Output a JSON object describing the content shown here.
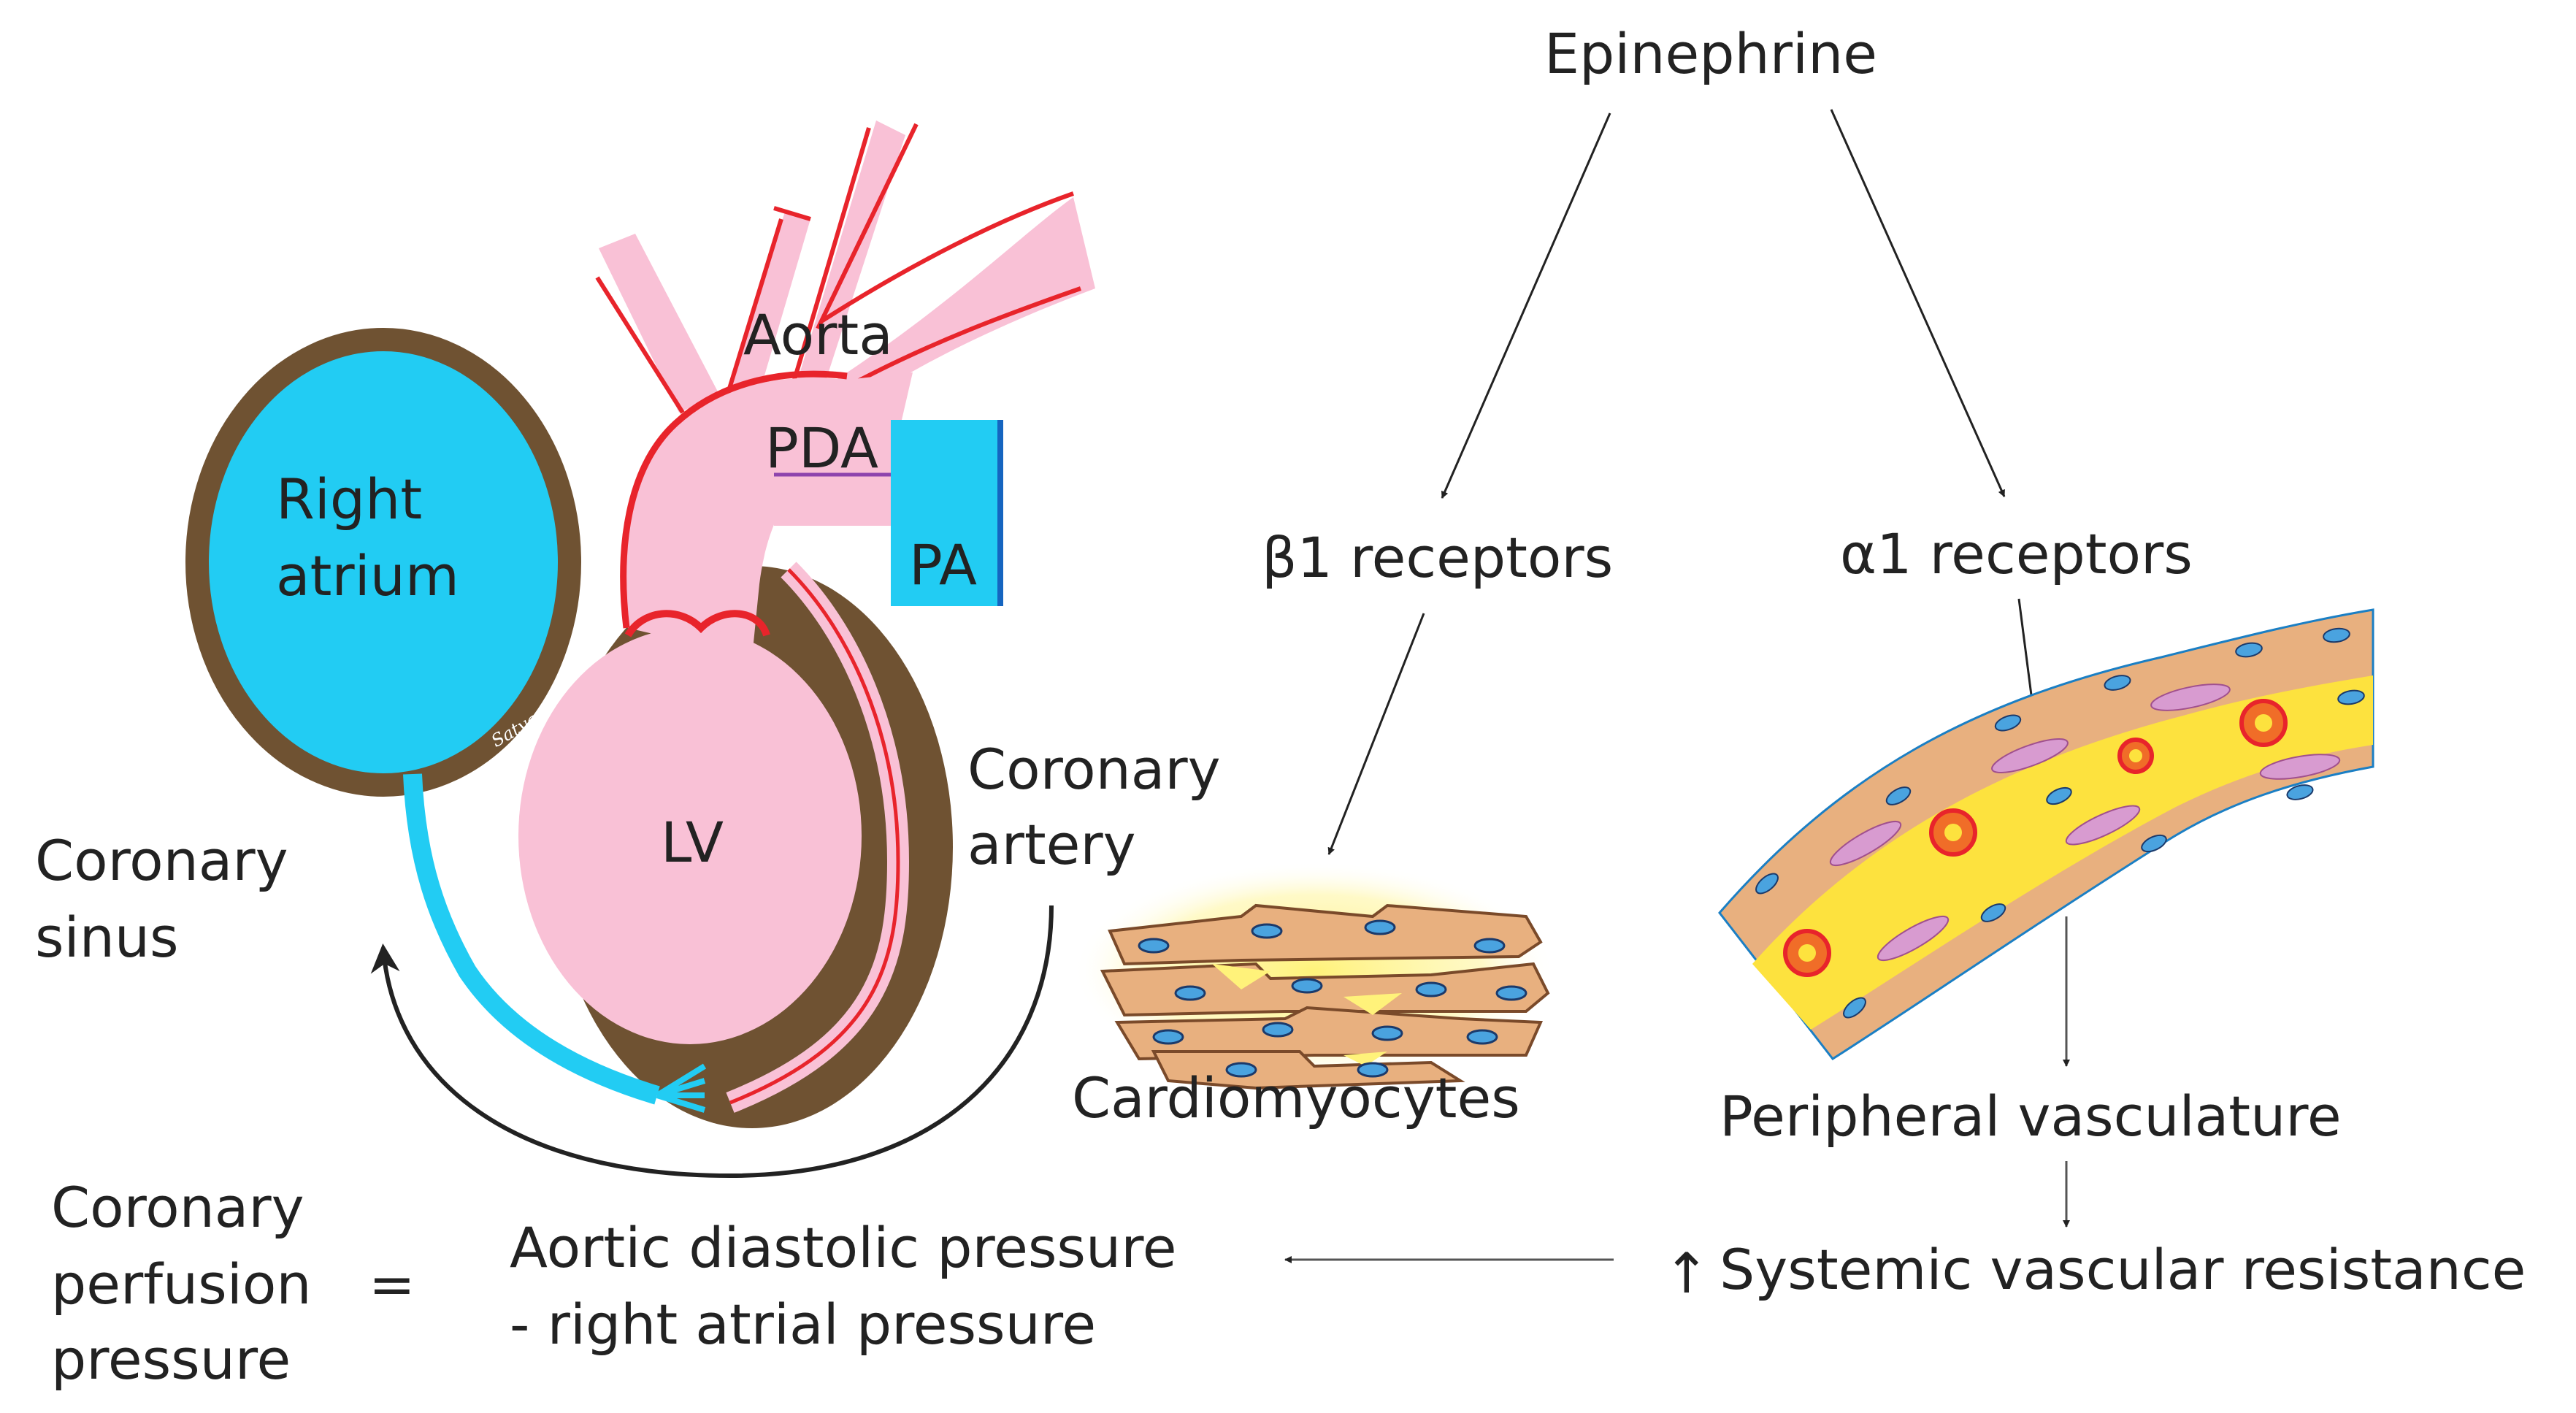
{
  "title": "Epinephrine",
  "heart": {
    "right_atrium": [
      "Right",
      "atrium"
    ],
    "aorta": "Aorta",
    "pda": "PDA",
    "pa": "PA",
    "lv": "LV",
    "coronary_artery": [
      "Coronary",
      "artery"
    ],
    "coronary_sinus": [
      "Coronary",
      "sinus"
    ],
    "signature": "Satyan"
  },
  "beta": {
    "receptor": "β1 receptors",
    "cells": "Cardiomyocytes"
  },
  "alpha": {
    "receptor": "α1 receptors",
    "vessel": "Peripheral vasculature",
    "svr_arrow": "↑",
    "svr": "Systemic vascular resistance"
  },
  "equation": {
    "lhs": [
      "Coronary",
      "perfusion",
      "pressure"
    ],
    "equals": "=",
    "rhs": [
      "Aortic diastolic pressure",
      "- right atrial pressure"
    ]
  },
  "colors": {
    "atrium_blue": "#22ccf3",
    "myocardium_brown": "#6f5232",
    "lv_pink": "#f9c1d6",
    "artery_red": "#e8242b",
    "fat_yellow": "#fde23e",
    "muscle_tan": "#e8b07f"
  }
}
